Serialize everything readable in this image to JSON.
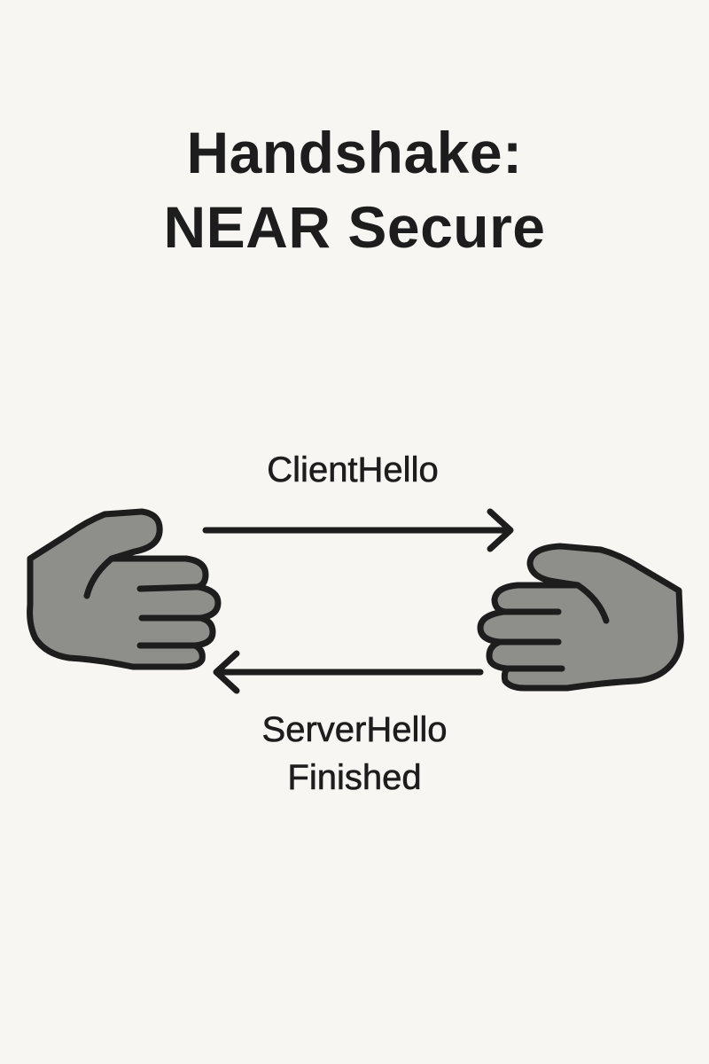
{
  "title": {
    "line1": "Handshake:",
    "line2": "NEAR Secure"
  },
  "messages": {
    "client_to_server": "ClientHello",
    "server_to_client_line1": "ServerHello",
    "server_to_client_line2": "Finished"
  },
  "icons": {
    "left_hand": "hand-reaching-right-icon",
    "right_hand": "hand-reaching-left-icon",
    "top_arrow": "arrow-right-icon",
    "bottom_arrow": "arrow-left-icon"
  },
  "colors": {
    "background": "#f7f6f2",
    "hand_fill": "#8e8e8b",
    "stroke": "#1d1d1d"
  }
}
